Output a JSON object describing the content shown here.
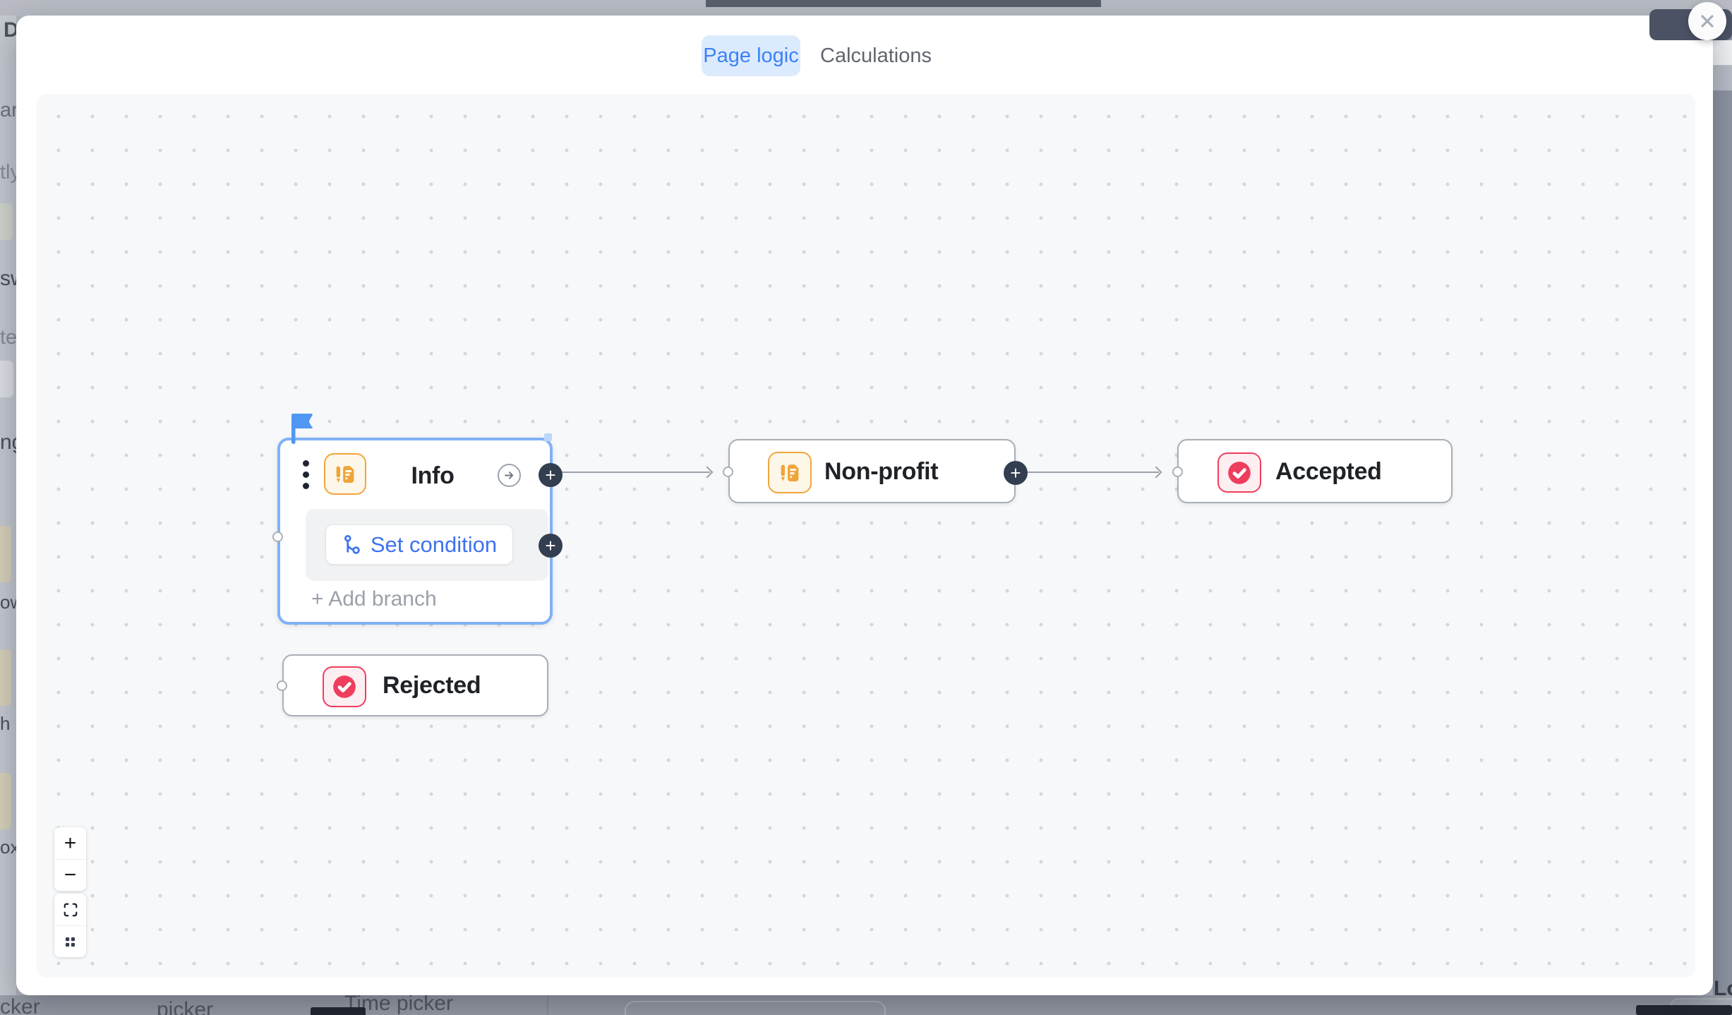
{
  "tabs": {
    "page_logic": "Page logic",
    "calculations": "Calculations"
  },
  "flow": {
    "nodes": {
      "info": {
        "title": "Info",
        "selected": true,
        "icon": "form-page-icon"
      },
      "nonprofit": {
        "title": "Non-profit",
        "icon": "form-page-icon"
      },
      "accepted": {
        "title": "Accepted",
        "icon": "check-circle-icon"
      },
      "rejected": {
        "title": "Rejected",
        "icon": "check-circle-icon"
      }
    },
    "set_condition_label": "Set condition",
    "add_branch_label": "+ Add branch",
    "connections": [
      {
        "from": "Info",
        "to": "Non-profit"
      },
      {
        "from": "Non-profit",
        "to": "Accepted"
      }
    ]
  },
  "ui": {
    "plus": "+",
    "minus": "−"
  },
  "background": {
    "top_fragment": "D",
    "left_fragments": [
      "arc",
      "tly",
      "sw",
      "tex",
      "ng",
      "own",
      "h",
      "oxe"
    ],
    "bottom_fragments": [
      "cker",
      "picker",
      "Time picker"
    ],
    "right_fragment": "Lo"
  },
  "colors": {
    "accent_blue": "#3b82f6",
    "selection_blue": "#80b1f8",
    "icon_orange": "#f0a437",
    "icon_red": "#ef3d5d",
    "edge_gray": "#9aa0aa",
    "dark_plus": "#333e50"
  }
}
